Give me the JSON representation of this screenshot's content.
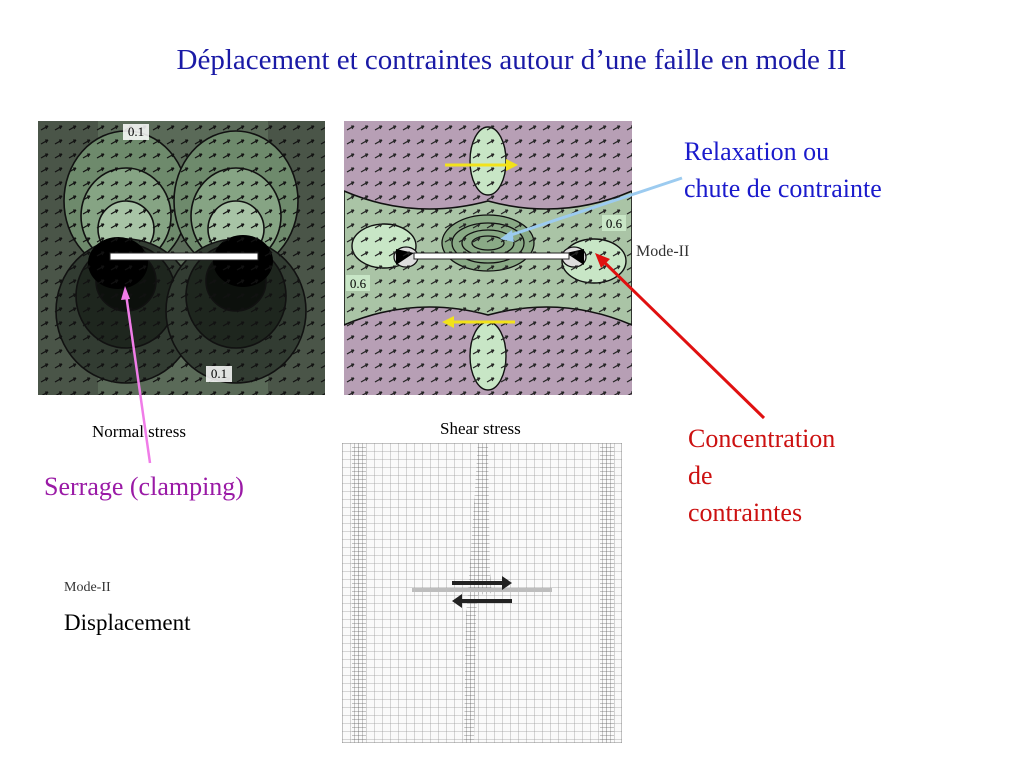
{
  "title": "Déplacement et contraintes autour d’une faille en mode II",
  "labels": {
    "relaxation_line1": "Relaxation ou",
    "relaxation_line2": "chute de contrainte",
    "concentration_line1": "Concentration",
    "concentration_line2": "de",
    "concentration_line3": "contraintes",
    "serrage": "Serrage (clamping)",
    "normal_stress": "Normal stress",
    "shear_stress": "Shear stress",
    "mode_ii_right": "Mode-II",
    "mode_ii_left": "Mode-II",
    "displacement": "Displacement"
  },
  "panel_values": {
    "normal_top": "0.1",
    "normal_bottom": "0.1",
    "shear_right": "0.6",
    "shear_left": "0.6"
  },
  "colors": {
    "title": "#1a1aa6",
    "relaxation": "#1a1acc",
    "concentration": "#cc1111",
    "serrage": "#9a1aa6",
    "arrow_yellow": "#f2e21a",
    "arrow_blue": "#9ccbf0",
    "arrow_red": "#e01010",
    "arrow_pink": "#f07ce8"
  }
}
